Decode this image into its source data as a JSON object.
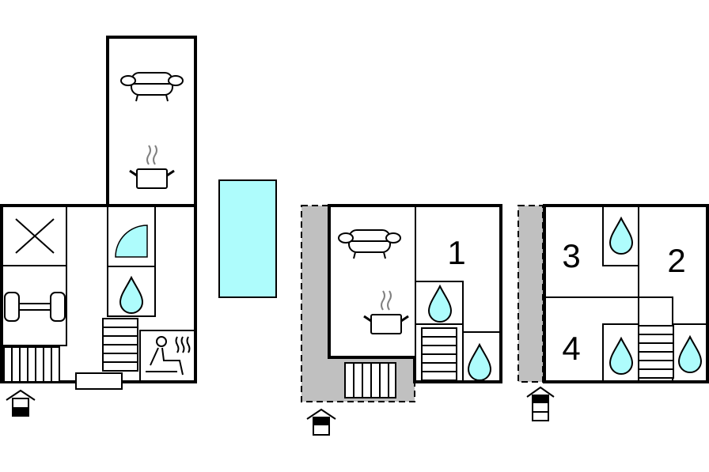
{
  "colors": {
    "water": "#aefcfc",
    "shaded_area": "#c0c0c0",
    "wall": "#000000",
    "steam": "#808080"
  },
  "floors": [
    {
      "name": "ground-floor-annex",
      "icons": [
        "sofa-icon",
        "cooking-pot-icon",
        "shower-icon",
        "water-drop-icon",
        "dumbbell-icon",
        "cross-icon",
        "sauna-icon",
        "stairs-icon",
        "radiator-icon",
        "entrance-icon"
      ]
    },
    {
      "name": "pool",
      "icons": [
        "pool"
      ]
    },
    {
      "name": "ground-floor",
      "room_labels": [
        "1"
      ],
      "icons": [
        "sofa-icon",
        "cooking-pot-icon",
        "water-drop-icon",
        "stairs-icon",
        "radiator-icon",
        "entrance-icon"
      ]
    },
    {
      "name": "first-floor",
      "room_labels": [
        "3",
        "2",
        "4"
      ],
      "icons": [
        "water-drop-icon",
        "stairs-icon",
        "entrance-icon"
      ]
    }
  ]
}
